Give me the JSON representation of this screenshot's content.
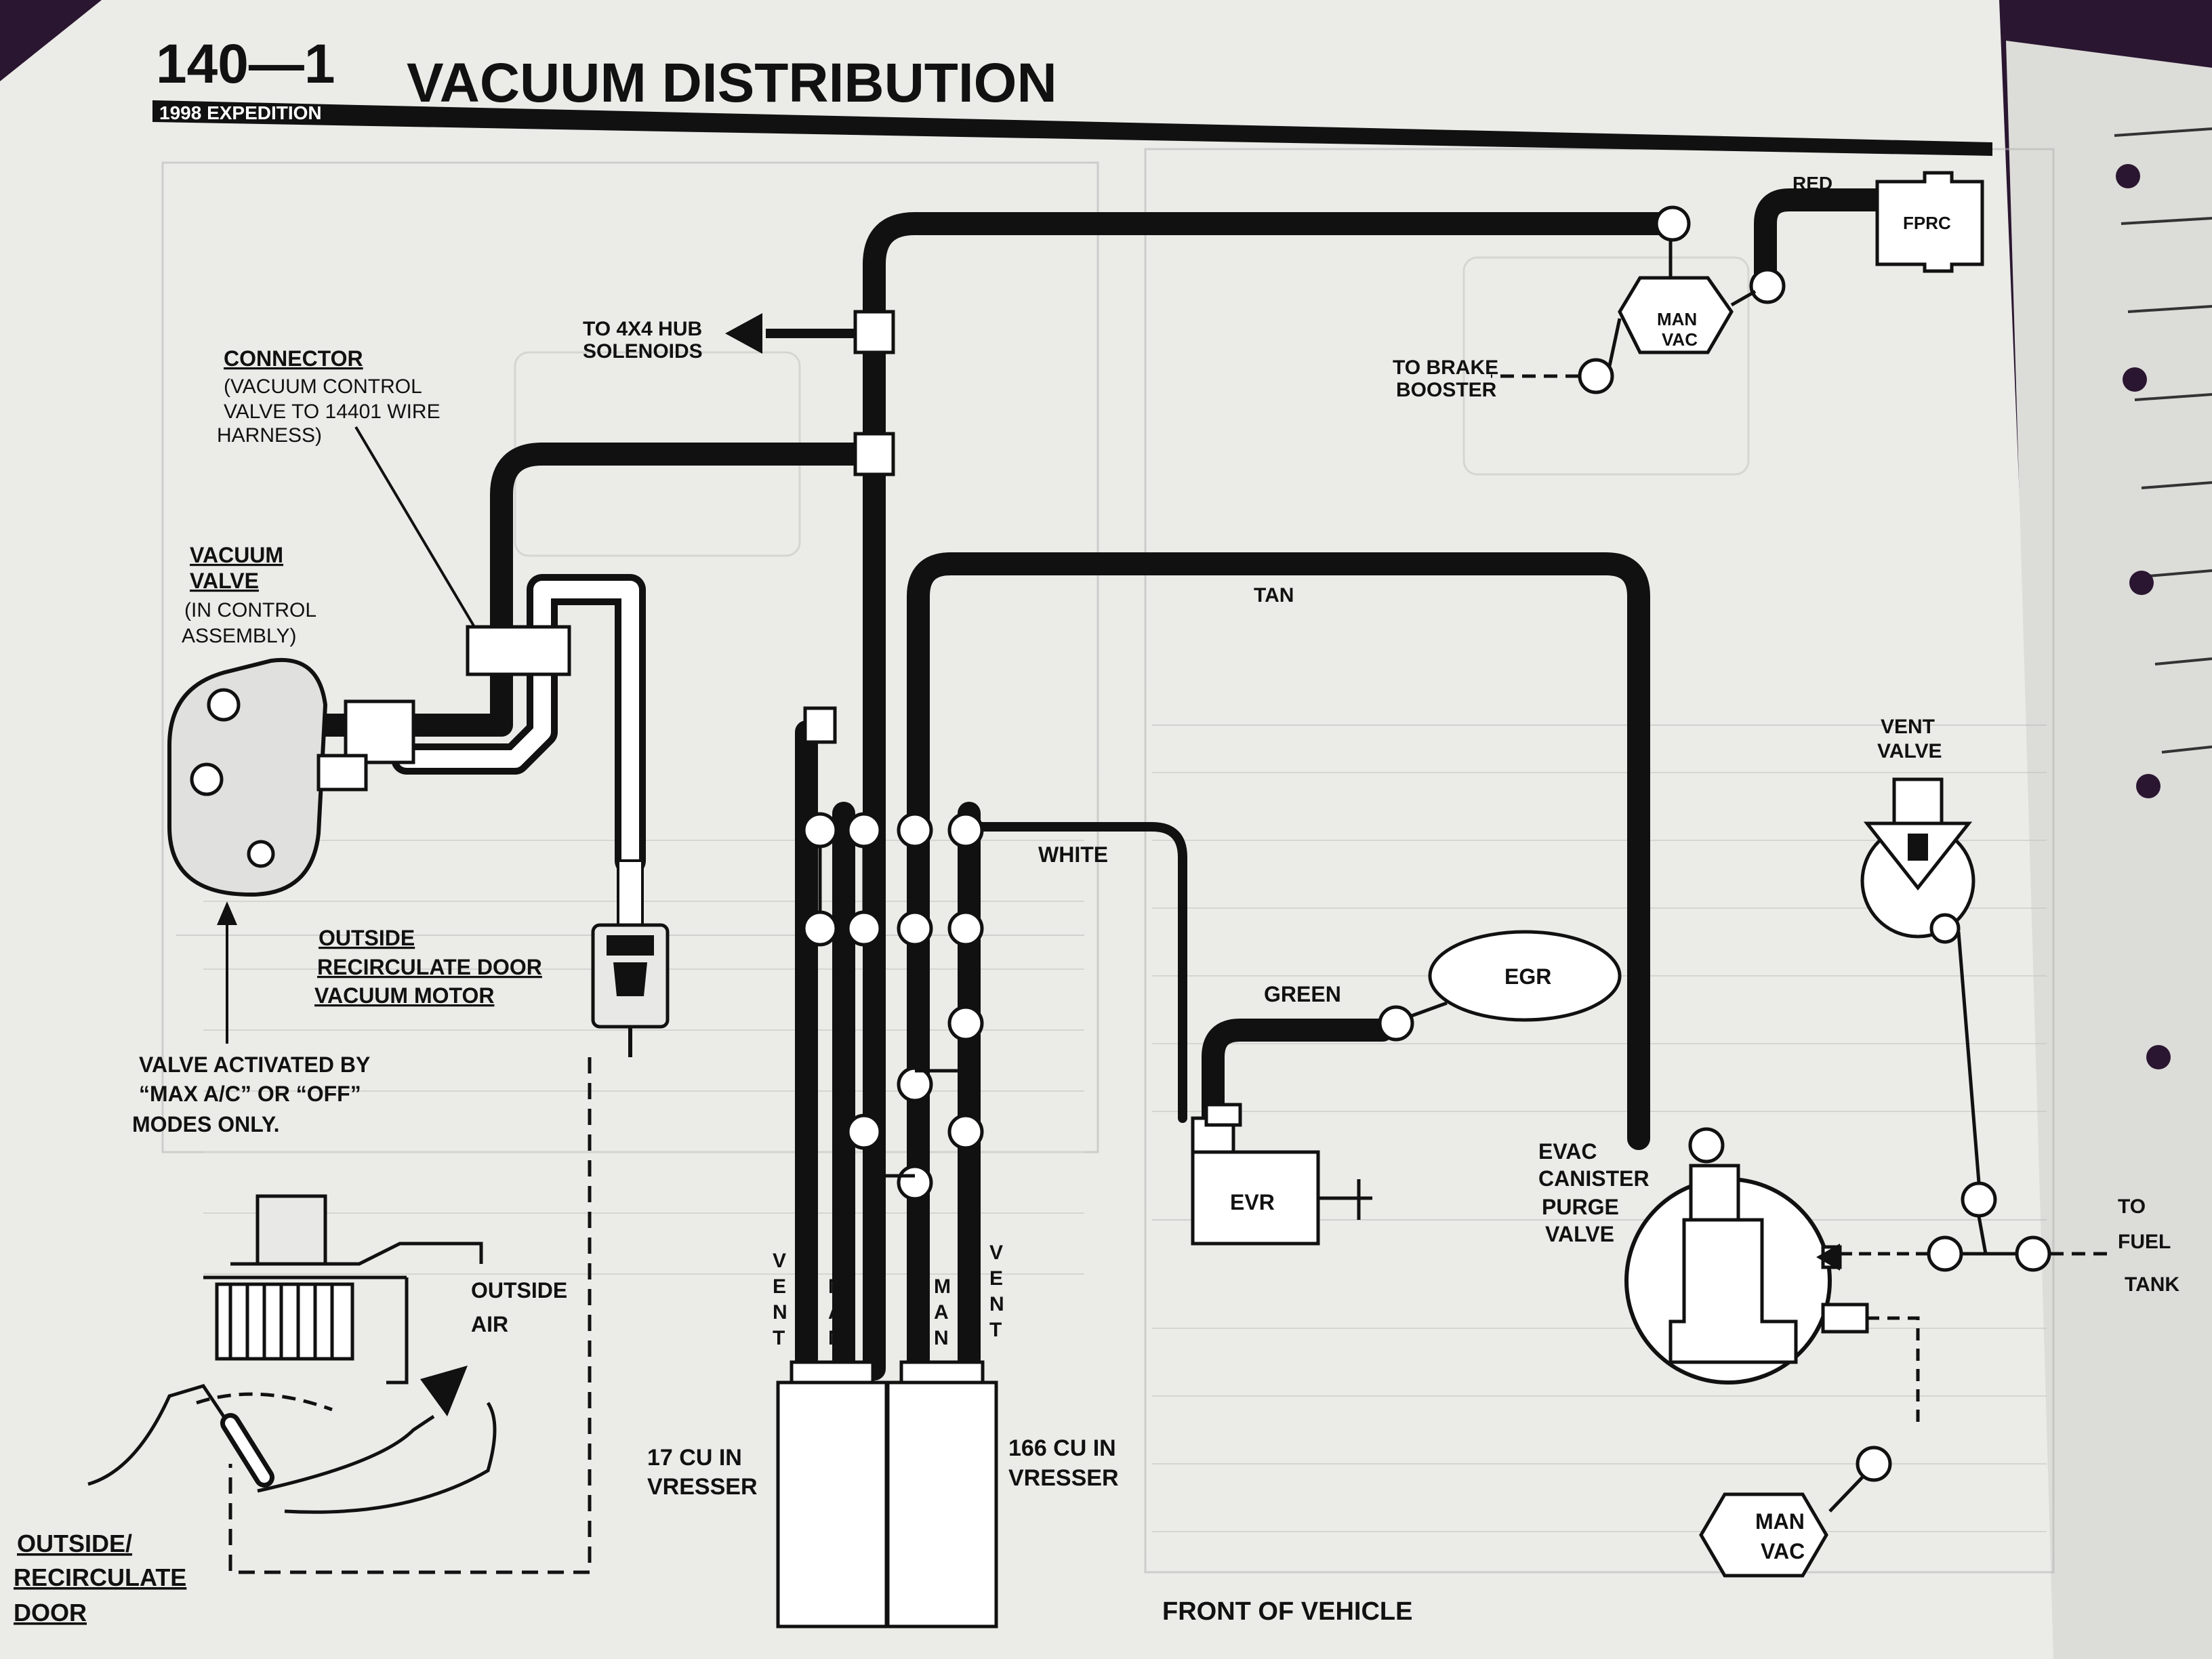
{
  "header": {
    "section_number": "140—1",
    "title": "VACUUM DISTRIBUTION",
    "vehicle": "1998 EXPEDITION"
  },
  "labels": {
    "connector_title": "CONNECTOR",
    "connector_desc": [
      "(VACUUM CONTROL",
      "VALVE TO 14401 WIRE",
      "HARNESS)"
    ],
    "vacuum_valve_title": [
      "VACUUM",
      "VALVE"
    ],
    "vacuum_valve_desc": [
      "(IN CONTROL",
      "ASSEMBLY)"
    ],
    "hub_solenoids": [
      "TO 4X4 HUB",
      "SOLENOIDS"
    ],
    "outside_recirc_motor": [
      "OUTSIDE",
      "RECIRCULATE DOOR",
      "VACUUM MOTOR"
    ],
    "valve_activated": [
      "VALVE ACTIVATED BY",
      "“MAX A/C” OR “OFF”",
      "MODES ONLY."
    ],
    "outside_air": [
      "OUTSIDE",
      "AIR"
    ],
    "outside_recirc_door": [
      "OUTSIDE/",
      "RECIRCULATE",
      "DOOR"
    ],
    "red": "RED",
    "fprc": "FPRC",
    "man_vac": [
      "MAN",
      "VAC"
    ],
    "brake_booster": [
      "TO BRAKE",
      "BOOSTER"
    ],
    "tan": "TAN",
    "white": "WHITE",
    "green": "GREEN",
    "egr": "EGR",
    "evr": "EVR",
    "evac_canister": [
      "EVAC",
      "CANISTER",
      "PURGE",
      "VALVE"
    ],
    "vent_valve": [
      "VENT",
      "VALVE"
    ],
    "to_fuel_tank": [
      "TO",
      "FUEL",
      "TANK"
    ],
    "resser_17": [
      "17 CU IN",
      "VRESSER"
    ],
    "resser_166": [
      "166 CU IN",
      "VRESSER"
    ],
    "front_of_vehicle": "FRONT OF VEHICLE",
    "vent_vertical": [
      "V",
      "E",
      "N",
      "T"
    ],
    "man_vertical": [
      "M",
      "A",
      "N"
    ]
  },
  "colors": {
    "paper": "#ebebe8",
    "ink": "#111111",
    "hose_fill": "#ffffff",
    "ghost_text": "#a9a9a6",
    "background": "#2a1630"
  }
}
